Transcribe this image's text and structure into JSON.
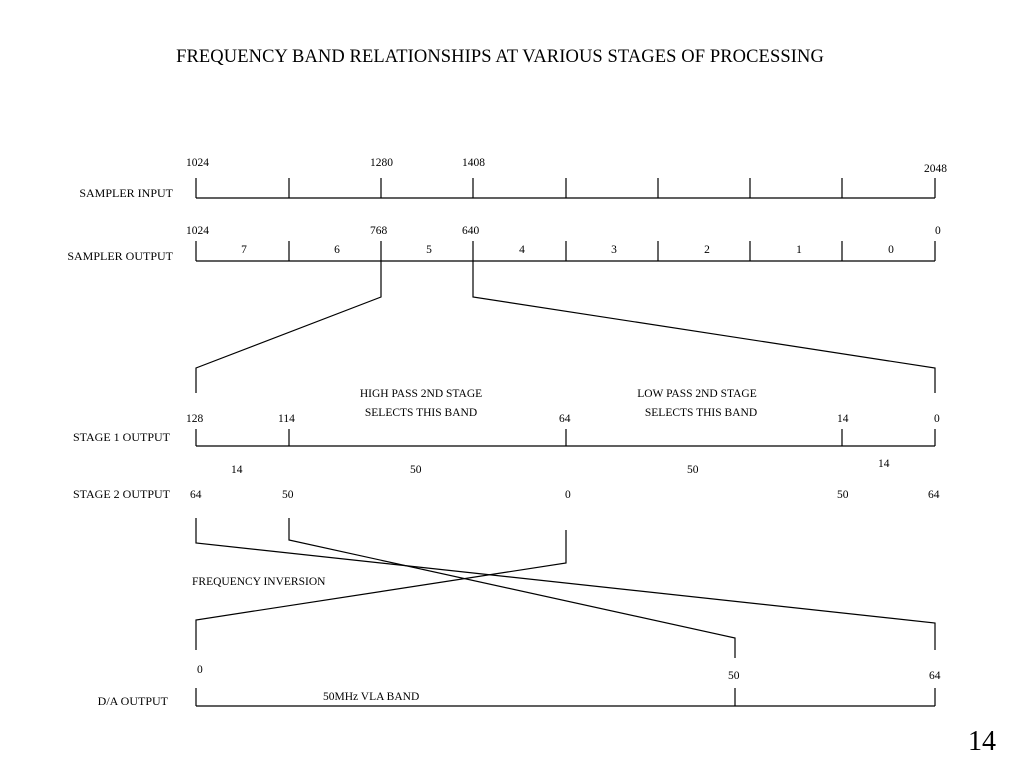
{
  "title": "FREQUENCY BAND RELATIONSHIPS AT VARIOUS STAGES OF PROCESSING",
  "page_number": "14",
  "rows": {
    "sampler_input": {
      "label": "SAMPLER INPUT",
      "ticks": [
        "1024",
        "1280",
        "1408",
        "2048"
      ]
    },
    "sampler_output": {
      "label": "SAMPLER OUTPUT",
      "ticks": [
        "1024",
        "768",
        "640",
        "0"
      ],
      "bands": [
        "7",
        "6",
        "5",
        "4",
        "3",
        "2",
        "1",
        "0"
      ]
    },
    "stage1": {
      "label": "STAGE 1 OUTPUT",
      "ticks": [
        "128",
        "114",
        "64",
        "14",
        "0"
      ],
      "high_pass_note": [
        "HIGH PASS 2ND STAGE",
        "SELECTS THIS BAND"
      ],
      "low_pass_note": [
        "LOW PASS 2ND STAGE",
        "SELECTS THIS BAND"
      ],
      "widths": [
        "14",
        "50",
        "50",
        "14"
      ]
    },
    "stage2": {
      "label": "STAGE 2 OUTPUT",
      "ticks": [
        "64",
        "50",
        "0",
        "50",
        "64"
      ]
    },
    "inversion_label": "FREQUENCY INVERSION",
    "da_output": {
      "label": "D/A OUTPUT",
      "ticks": [
        "0",
        "50",
        "64"
      ],
      "band_label": "50MHz VLA BAND"
    }
  }
}
